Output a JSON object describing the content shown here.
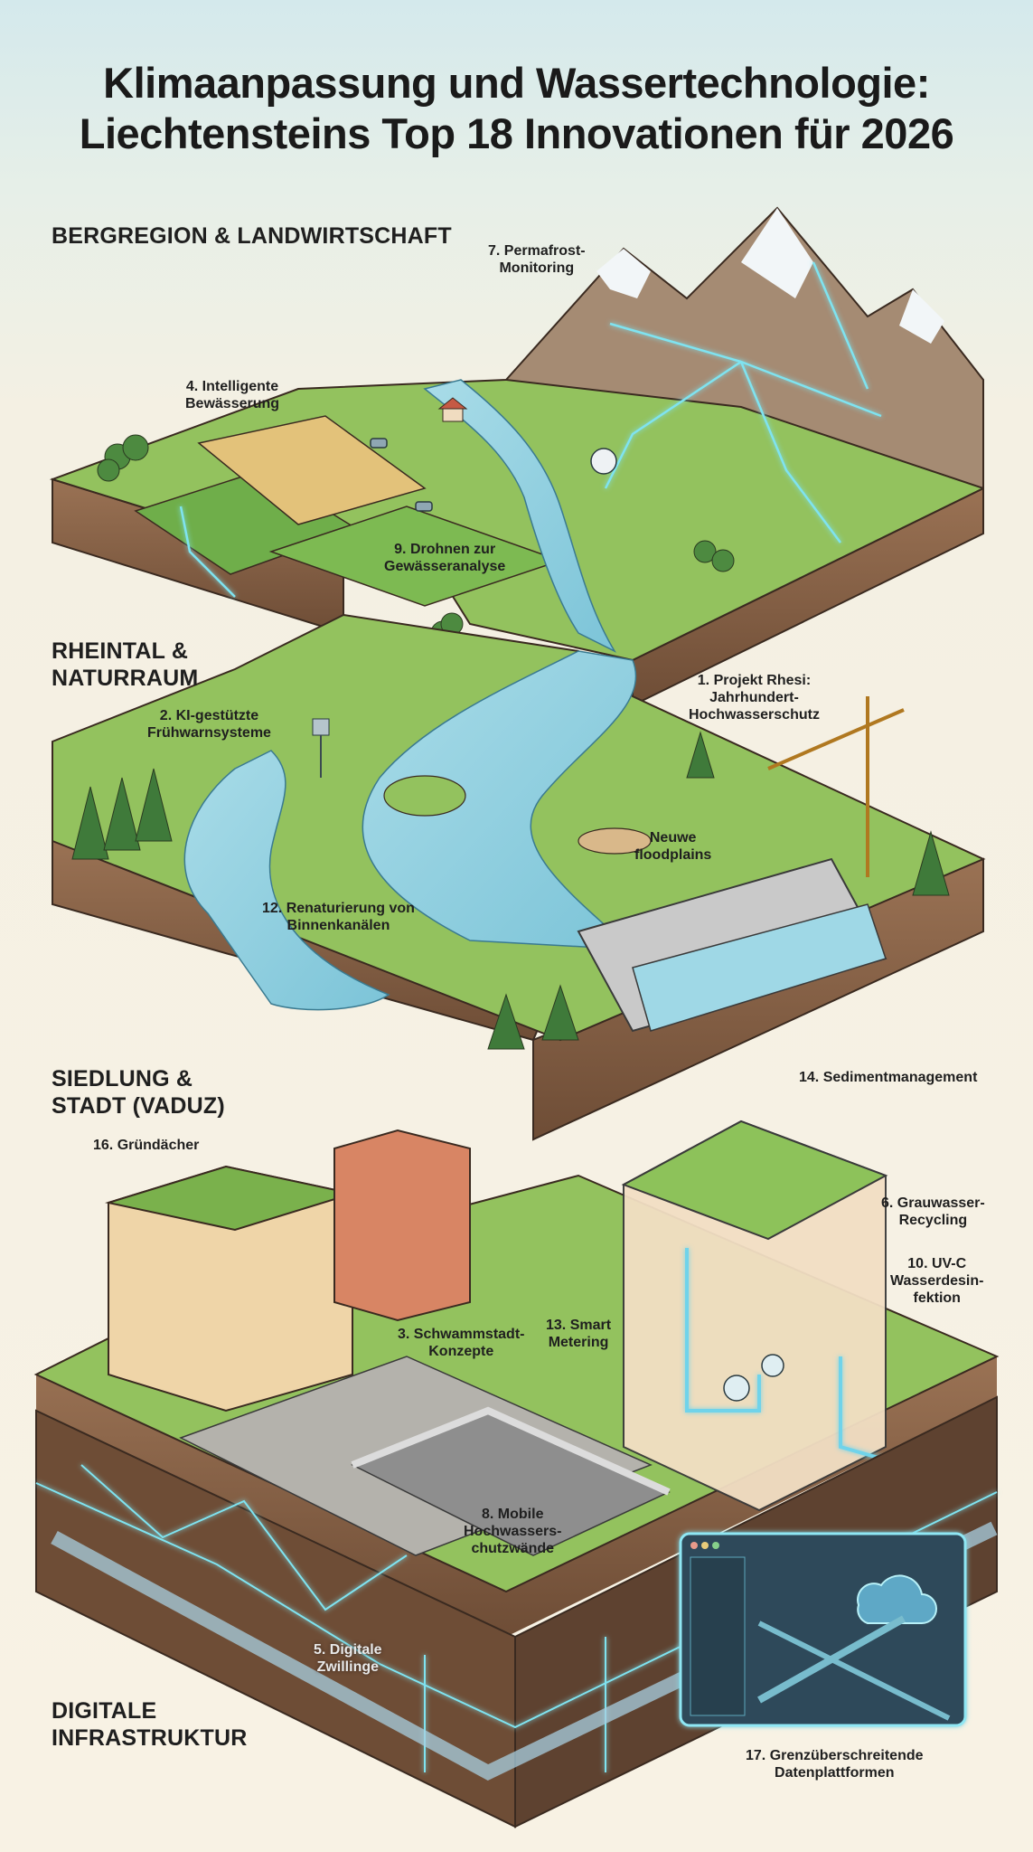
{
  "title": {
    "line1": "Klimaanpassung und Wassertechnologie:",
    "line2": "Liechtensteins Top 18 Innovationen für 2026"
  },
  "sections": [
    {
      "id": "bergregion",
      "label": "BERGREGION & LANDWIRTSCHAFT"
    },
    {
      "id": "rheintal",
      "line1": "RHEINTAL &",
      "line2": "NATURRAUM"
    },
    {
      "id": "siedlung",
      "line1": "SIEDLUNG &",
      "line2": "STADT (VADUZ)"
    },
    {
      "id": "digital",
      "line1": "DIGITALE",
      "line2": "INFRASTRUKTUR"
    }
  ],
  "innovations": [
    {
      "number": 1,
      "line1": "1. Projekt Rhesi:",
      "line2": "Jahrhundert-",
      "line3": "Hochwasserschutz"
    },
    {
      "number": 2,
      "line1": "2. KI-gestützte",
      "line2": "Frühwarnsysteme"
    },
    {
      "number": 3,
      "line1": "3. Schwammstadt-",
      "line2": "Konzepte"
    },
    {
      "number": 4,
      "line1": "4. Intelligente",
      "line2": "Bewässerung"
    },
    {
      "number": 5,
      "line1": "5. Digitale",
      "line2": "Zwillinge"
    },
    {
      "number": 6,
      "line1": "6. Grauwasser-",
      "line2": "Recycling"
    },
    {
      "number": 7,
      "line1": "7. Permafrost-",
      "line2": "Monitoring"
    },
    {
      "number": 8,
      "line1": "8. Mobile",
      "line2": "Hochwassers-",
      "line3": "chutzwände"
    },
    {
      "number": 9,
      "line1": "9. Drohnen zur",
      "line2": "Gewässeranalyse"
    },
    {
      "number": 10,
      "line1": "10. UV-C",
      "line2": "Wasserdesin-",
      "line3": "fektion"
    },
    {
      "number": 12,
      "line1": "12. Renaturierung von",
      "line2": "Binnenkanälen"
    },
    {
      "number": 13,
      "line1": "13. Smart",
      "line2": "Metering"
    },
    {
      "number": 14,
      "line1": "14. Sedimentmanagement"
    },
    {
      "number": 16,
      "line1": "16. Gründächer"
    },
    {
      "number": 17,
      "line1": "17. Grenzüberschreitende",
      "line2": "Datenplattformen"
    }
  ],
  "annotations": {
    "floodplains": {
      "line1": "Neuwe",
      "line2": "floodplains"
    }
  },
  "colors": {
    "grass": "#8cbf5a",
    "soil": "#8a6446",
    "water": "#8fcfe0",
    "glow": "#7fe3f0",
    "mountain": "#a08872",
    "snow": "#f2f6f8",
    "panel": "#2d4a5a"
  }
}
